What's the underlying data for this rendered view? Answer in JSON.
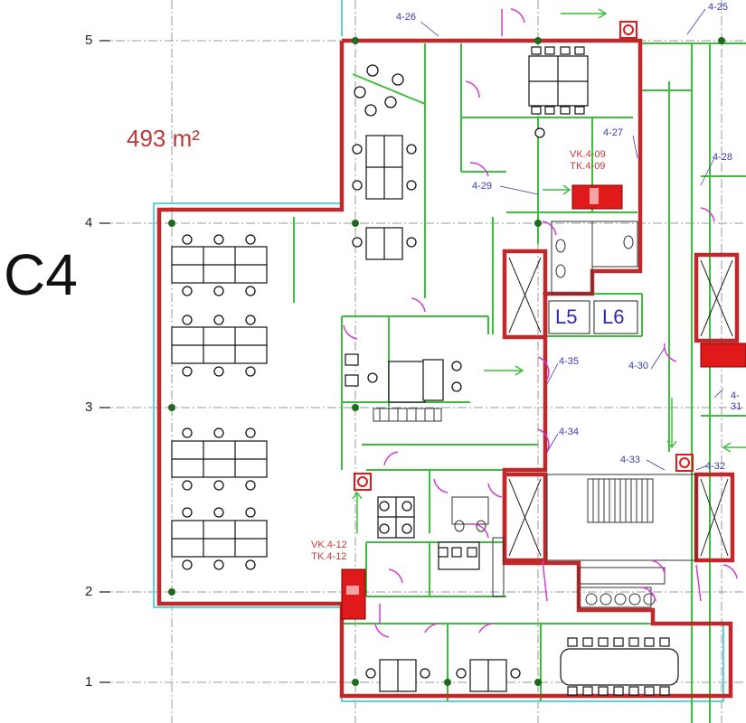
{
  "drawing": {
    "block_label": "C4",
    "area_label": "493 m²",
    "grid_lines": [
      "5",
      "4",
      "3",
      "2",
      "1"
    ],
    "room_tags": [
      "4-26",
      "4-25",
      "4-27",
      "4-28",
      "4-29",
      "4-35",
      "4-30",
      "4-34",
      "4-33",
      "4-32",
      "4-31"
    ],
    "fire_cabinets": [
      {
        "vk": "VK.4-09",
        "tk": "TK.4-09"
      },
      {
        "vk": "VK.4-12",
        "tk": "TK.4-12"
      }
    ],
    "lifts": [
      "L5",
      "L6"
    ],
    "colors": {
      "boundary": "#c0292b",
      "walls": "#3cbf3c",
      "doors": "#d23cd2",
      "room_tags": "#3a3ab0",
      "facade": "#5fd3d3",
      "fire_equipment": "#e01a1a",
      "grid": "#999999"
    }
  }
}
